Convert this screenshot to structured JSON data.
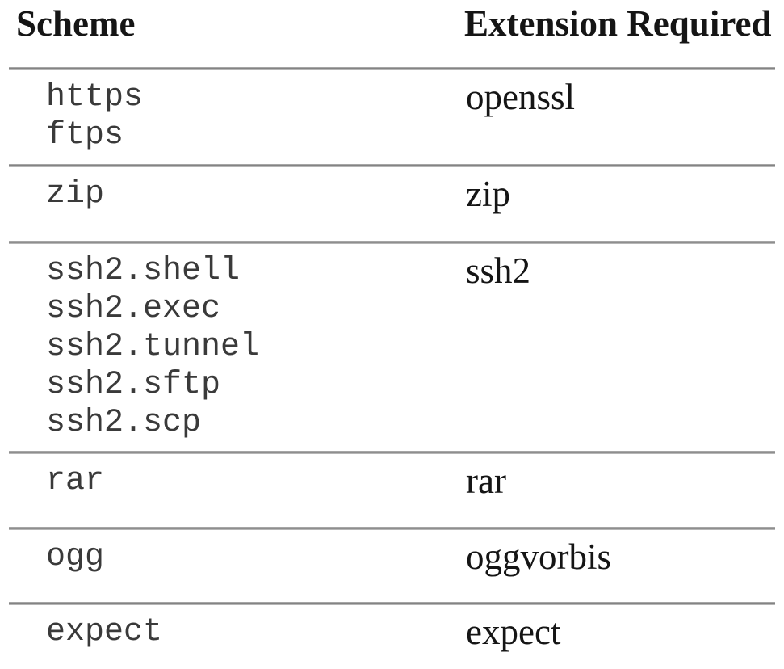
{
  "table": {
    "columns": {
      "scheme_label": "Scheme",
      "extension_label": "Extension Required"
    },
    "rows": [
      {
        "schemes": [
          "https",
          "ftps"
        ],
        "extension": "openssl"
      },
      {
        "schemes": [
          "zip"
        ],
        "extension": "zip"
      },
      {
        "schemes": [
          "ssh2.shell",
          "ssh2.exec",
          "ssh2.tunnel",
          "ssh2.sftp",
          "ssh2.scp"
        ],
        "extension": "ssh2"
      },
      {
        "schemes": [
          "rar"
        ],
        "extension": "rar"
      },
      {
        "schemes": [
          "ogg"
        ],
        "extension": "oggvorbis"
      },
      {
        "schemes": [
          "expect"
        ],
        "extension": "expect"
      }
    ],
    "colors": {
      "background": "#ffffff",
      "rule": "#8c8c8c",
      "heading_text": "#151515",
      "scheme_text": "#3a3a3a"
    }
  }
}
